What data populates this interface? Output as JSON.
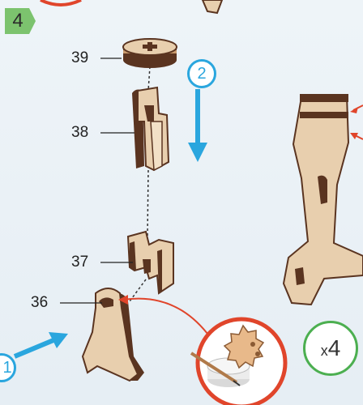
{
  "step": {
    "number": "4"
  },
  "parts": [
    {
      "id": "39"
    },
    {
      "id": "38"
    },
    {
      "id": "37"
    },
    {
      "id": "36"
    }
  ],
  "arrows": [
    {
      "number": "2",
      "color": "#2aa6de"
    },
    {
      "number": "1",
      "color": "#2aa6de"
    }
  ],
  "quantity": {
    "prefix": "x",
    "count": "4",
    "color": "#4caf50"
  },
  "colors": {
    "wood": "#e8cfae",
    "wood_edge": "#5a3420",
    "glue_ring": "#e0452b",
    "accent": "#2aa6de"
  }
}
